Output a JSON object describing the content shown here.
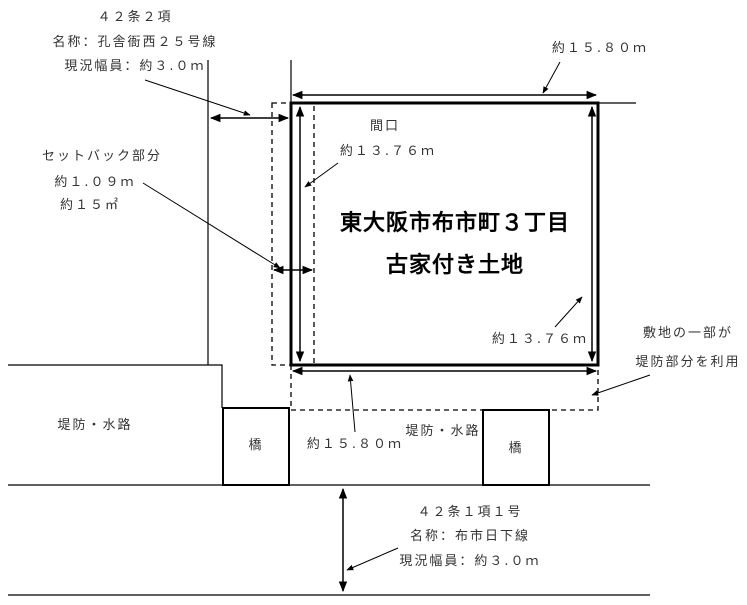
{
  "title": {
    "line1": "東大阪市布市町３丁目",
    "line2": "古家付き土地"
  },
  "left_road": {
    "line1": "４２条２項",
    "line2": "名称：孔舎衙西２５号線",
    "line3": "現況幅員：約３.０ｍ"
  },
  "setback": {
    "line1": "セットバック部分",
    "line2": "約１.０９ｍ",
    "line3": "約１５㎡"
  },
  "frontage": {
    "label": "間口",
    "value": "約１３.７６ｍ"
  },
  "top_width": "約１５.８０ｍ",
  "right_depth": "約１３.７６ｍ",
  "bottom_width": "約１５.８０ｍ",
  "embankment_note": {
    "line1": "敷地の一部が",
    "line2": "堤防部分を利用"
  },
  "embankment_left": "堤防・水路",
  "embankment_right": "堤防・水路",
  "bridge_left": "橋",
  "bridge_right": "橋",
  "bottom_road": {
    "line1": "４２条１項１号",
    "line2": "名称：布市日下線",
    "line3": "現況幅員：約３.０ｍ"
  }
}
